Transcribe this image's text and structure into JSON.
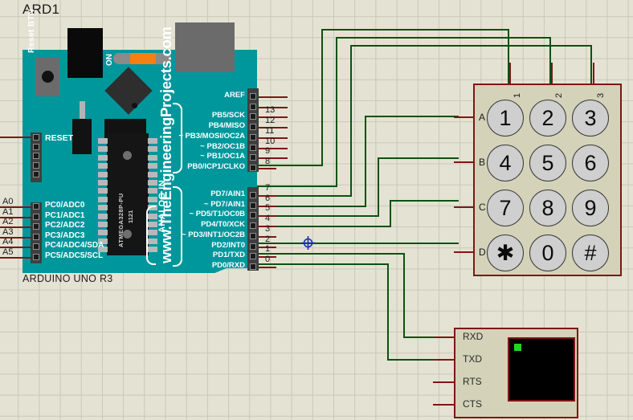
{
  "schematic": {
    "component_ref": "ARD1",
    "component_caption": "ARDUINO UNO R3",
    "watermark": "www.TheEngineeringProjects.com",
    "background_color": "#e4e3d3",
    "grid_color": "#c9c8b8",
    "wire_color": "#0a5212",
    "pin_color": "#7e1616"
  },
  "board": {
    "pcb_color": "#00979c",
    "reset_button_label": "Reset BTN",
    "power_led_label": "ON",
    "power_led_color": "#f47f12",
    "mcu_marking_line1": "ATMEGA328P-PU",
    "mcu_marking_line2": "1121",
    "reset_pin_label": "RESET",
    "analog_section_label": "ANALOG IN",
    "analog_pins": [
      {
        "net": "A0",
        "label": "PC0/ADC0"
      },
      {
        "net": "A1",
        "label": "PC1/ADC1"
      },
      {
        "net": "A2",
        "label": "PC2/ADC2"
      },
      {
        "net": "A3",
        "label": "PC3/ADC3"
      },
      {
        "net": "A4",
        "label": "PC4/ADC4/SDA"
      },
      {
        "net": "A5",
        "label": "PC5/ADC5/SCL"
      }
    ],
    "digital_top": [
      {
        "num": "",
        "label": "AREF"
      },
      {
        "num": "",
        "label": ""
      },
      {
        "num": "13",
        "label": "PB5/SCK"
      },
      {
        "num": "12",
        "label": "PB4/MISO"
      },
      {
        "num": "11",
        "label": "~ PB3/MOSI/OC2A"
      },
      {
        "num": "10",
        "label": "~ PB2/OC1B"
      },
      {
        "num": "9",
        "label": "~ PB1/OC1A"
      },
      {
        "num": "8",
        "label": "PB0/ICP1/CLKO"
      }
    ],
    "digital_bottom": [
      {
        "num": "7",
        "label": "PD7/AIN1"
      },
      {
        "num": "6",
        "label": "~ PD7/AIN1"
      },
      {
        "num": "5",
        "label": "~ PD5/T1/OC0B"
      },
      {
        "num": "4",
        "label": "PD4/T0/XCK"
      },
      {
        "num": "3",
        "label": "~ PD3/INT1/OC2B"
      },
      {
        "num": "2",
        "label": "PD2/INT0"
      },
      {
        "num": "1",
        "label": "PD1/TXD"
      },
      {
        "num": "0",
        "label": "PD0/RXD"
      }
    ]
  },
  "keypad": {
    "body_color": "#d4d2b8",
    "row_labels": [
      "A",
      "B",
      "C",
      "D"
    ],
    "column_labels": [
      "1",
      "2",
      "3"
    ],
    "keys": [
      [
        "1",
        "2",
        "3"
      ],
      [
        "4",
        "5",
        "6"
      ],
      [
        "7",
        "8",
        "9"
      ],
      [
        "*",
        "0",
        "#"
      ]
    ]
  },
  "terminal": {
    "body_color": "#d4d2b8",
    "screen_color": "#000000",
    "cursor_color": "#22d422",
    "pins": [
      "RXD",
      "TXD",
      "RTS",
      "CTS"
    ],
    "screen_text": ""
  }
}
